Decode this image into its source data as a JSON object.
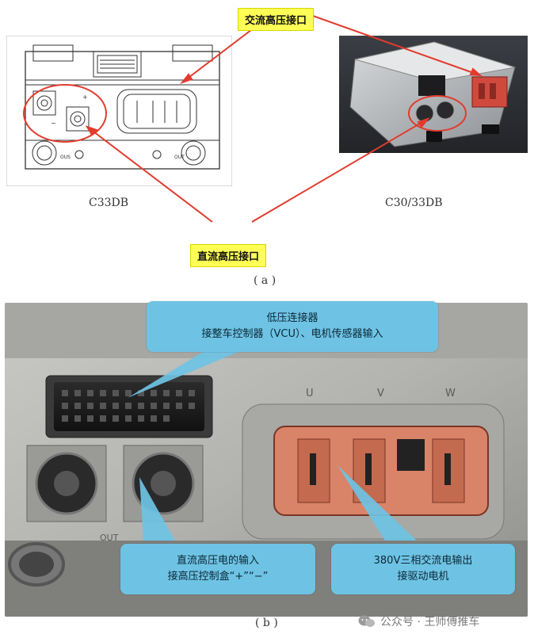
{
  "panel_a": {
    "label_ac": "交流高压接口",
    "label_dc": "直流高压接口",
    "caption_left": "C33DB",
    "caption_right": "C30/33DB",
    "panel_label": "( a )",
    "drawing_marks": {
      "plus": "+",
      "minus": "−",
      "out_left": "OUS",
      "out_right": "OUT"
    }
  },
  "panel_b": {
    "callout_lv": {
      "line1": "低压连接器",
      "line2": "接整车控制器（VCU）、电机传感器输入"
    },
    "callout_dc": {
      "line1": "直流高压电的输入",
      "line2": "接高压控制盒“+”“−”"
    },
    "callout_ac": {
      "line1": "380V三相交流电输出",
      "line2": "接驱动电机"
    },
    "uvw": [
      "U",
      "V",
      "W"
    ],
    "out_mark": "OUT",
    "panel_label": "( b )"
  },
  "watermark": {
    "text": "公众号 · 王师傅推车"
  },
  "colors": {
    "red_arrow": "#e23b2e",
    "callout_bg": "#6ec3e4",
    "highlight": "#ffff55"
  }
}
